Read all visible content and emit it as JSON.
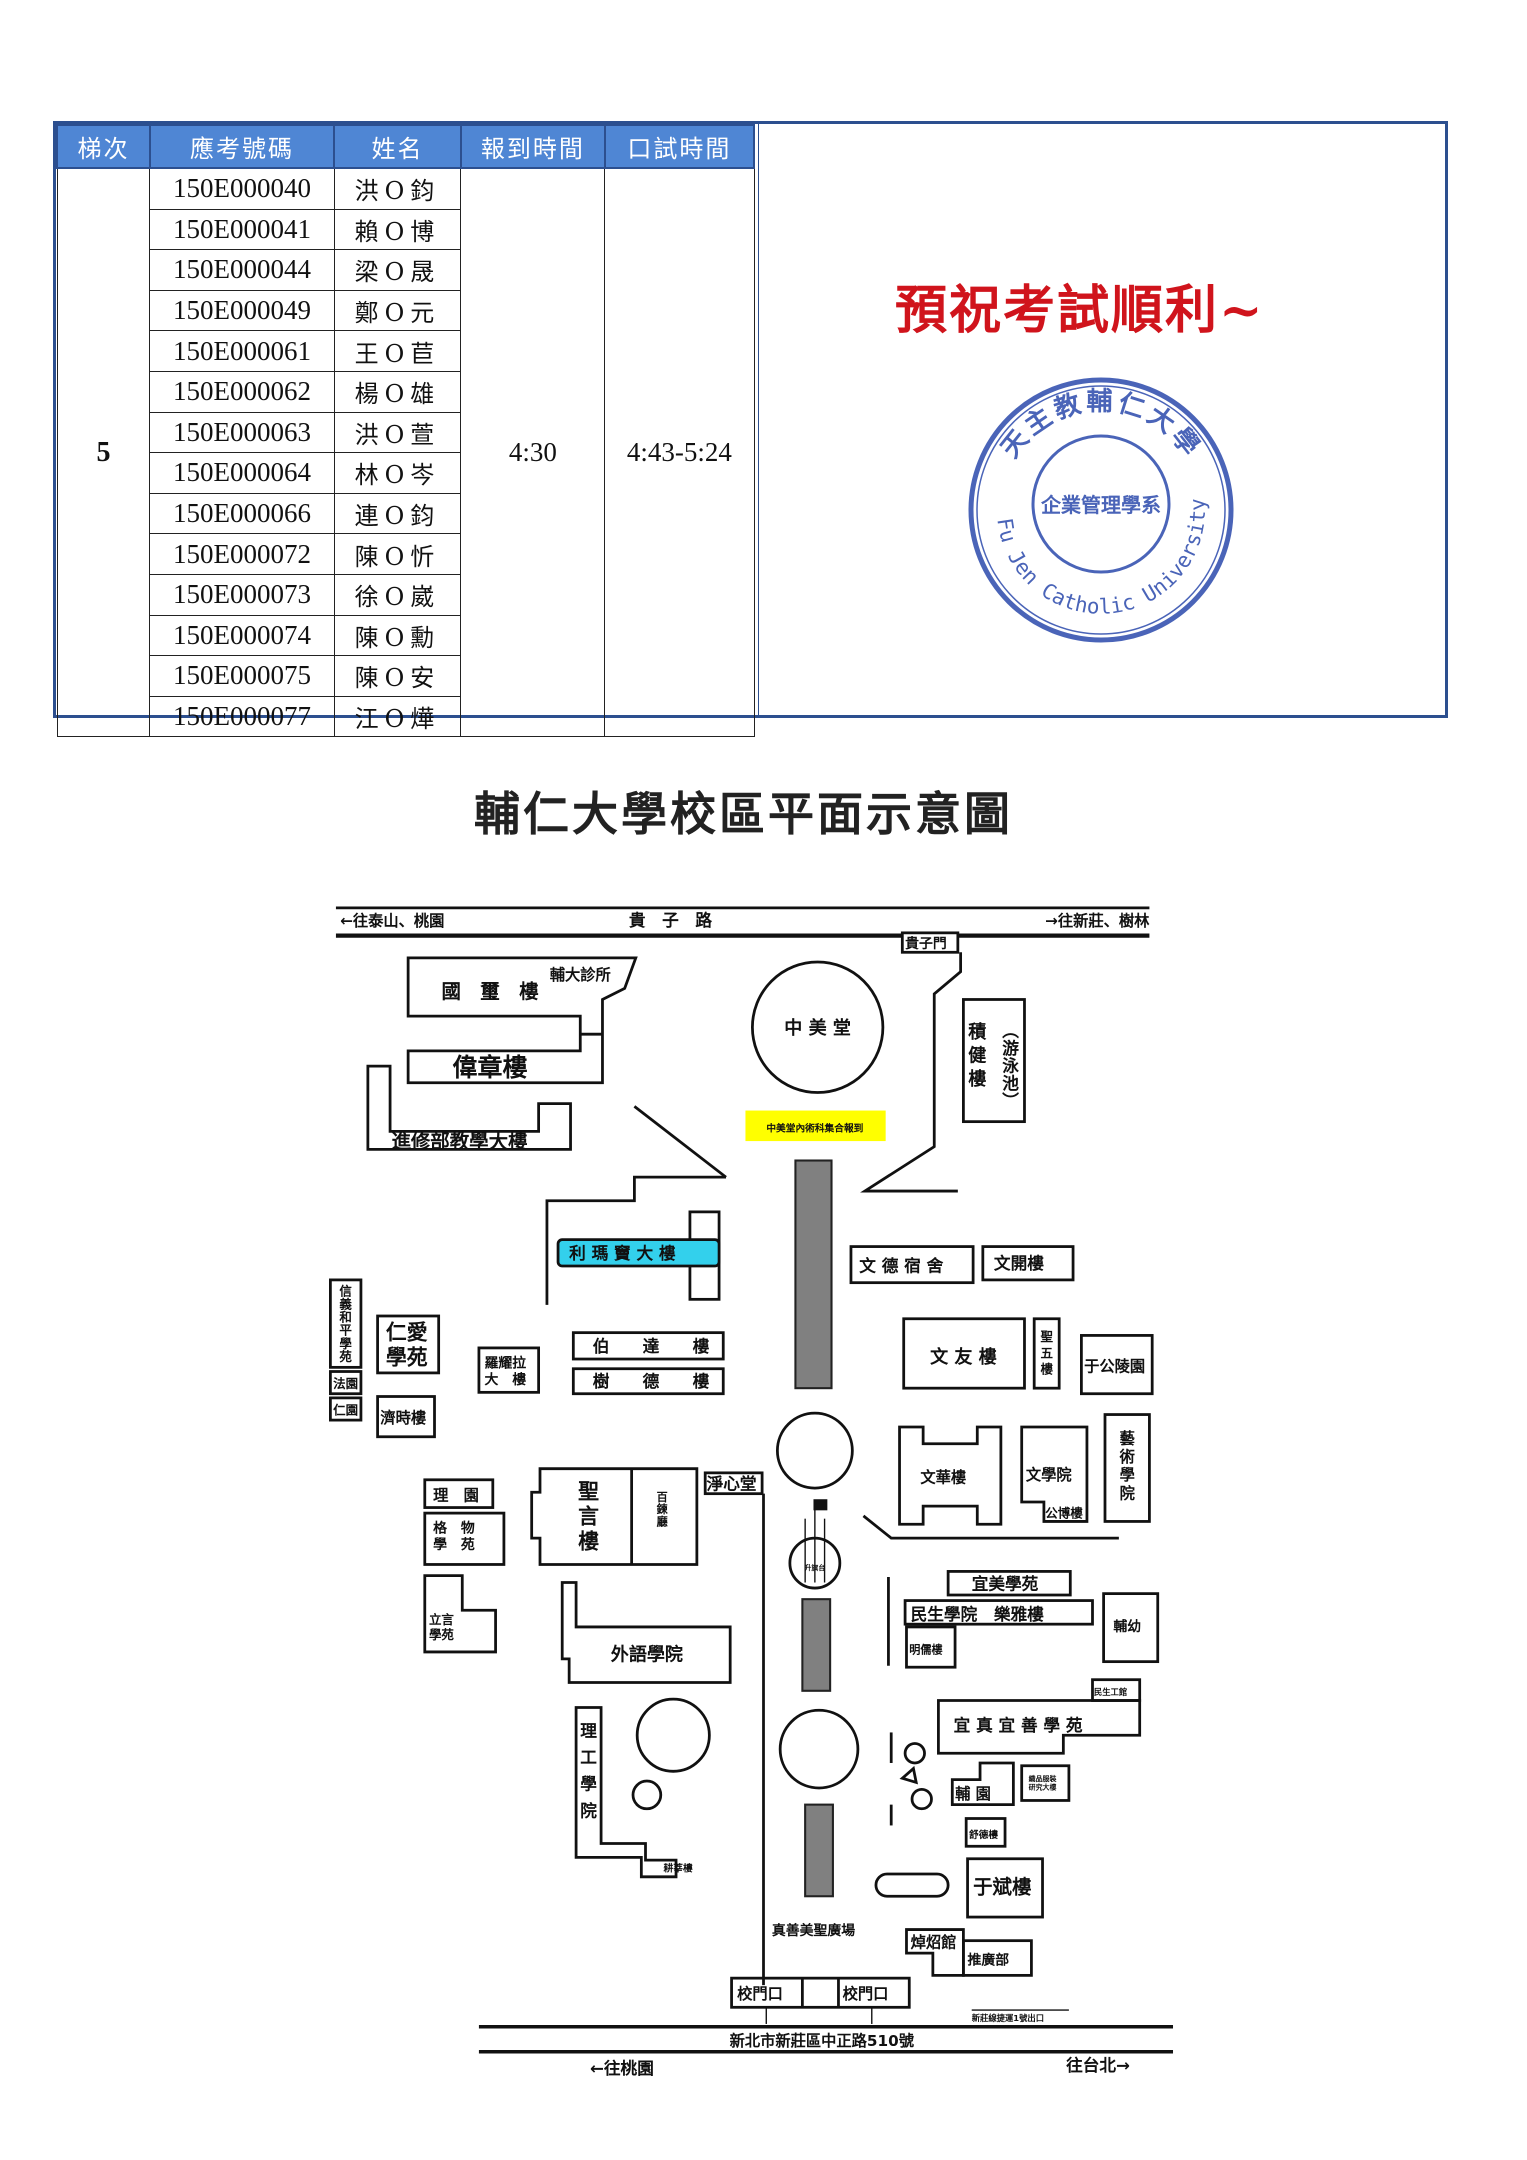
{
  "table": {
    "headers": [
      "梯次",
      "應考號碼",
      "姓名",
      "報到時間",
      "口試時間"
    ],
    "batch": "5",
    "report_time": "4:30",
    "exam_time": "4:43-5:24",
    "rows": [
      {
        "id": "150E000040",
        "name": "洪O鈞"
      },
      {
        "id": "150E000041",
        "name": "賴O博"
      },
      {
        "id": "150E000044",
        "name": "梁O晟"
      },
      {
        "id": "150E000049",
        "name": "鄭O元"
      },
      {
        "id": "150E000061",
        "name": "王O苣"
      },
      {
        "id": "150E000062",
        "name": "楊O雄"
      },
      {
        "id": "150E000063",
        "name": "洪O萱"
      },
      {
        "id": "150E000064",
        "name": "林O岑"
      },
      {
        "id": "150E000066",
        "name": "連O鈞"
      },
      {
        "id": "150E000072",
        "name": "陳O忻"
      },
      {
        "id": "150E000073",
        "name": "徐O崴"
      },
      {
        "id": "150E000074",
        "name": "陳O勳"
      },
      {
        "id": "150E000075",
        "name": "陳O安"
      },
      {
        "id": "150E000077",
        "name": "江O燁"
      }
    ]
  },
  "greeting": "預祝考試順利~",
  "seal": {
    "outer": "天主教輔仁大學",
    "inner": "企業管理學系",
    "english": "Fu Jen Catholic University",
    "color": "#3a55b0"
  },
  "map": {
    "title": "輔仁大學校區平面示意圖",
    "labels": {
      "to_taishan": "←往泰山、桃園",
      "guizi_road": "貴　子　路",
      "to_xinzhuang": "→往新莊、樹林",
      "guizi_gate": "貴子門",
      "clinic": "輔大診所",
      "guoxi": "國　璽　樓",
      "weizhang": "偉章樓",
      "jinxiu": "進修部教學大樓",
      "zhongmei": "中 美 堂",
      "assembly": "中美堂內術科集合報到",
      "jijian": "積健樓",
      "pool": "︵游泳池︶",
      "ricci": "利 瑪 竇 大 樓",
      "wende": "文 德 宿 舍",
      "wenkai": "文開樓",
      "xinyi": "信義和平學苑",
      "fayuan": "法園",
      "renyuan": "仁園",
      "renai": "仁愛學苑",
      "jishi": "濟時樓",
      "loyola": "羅耀拉大　樓",
      "boda": "伯　　達　　樓",
      "shude": "樹　　德　　樓",
      "wenyou": "文 友 樓",
      "shengwu": "聖五樓",
      "yugong": "于公陵園",
      "shengyan": "聖言樓",
      "bailian": "百鍊廳",
      "jingxin": "淨心堂",
      "liyuan": "理　園",
      "gewu": "格　物　學　苑",
      "liyan": "立言學苑",
      "waiyu": "外語學院",
      "flag": "升旗台",
      "wenhua": "文華樓",
      "wenxue": "文學院",
      "gongbo": "公博樓",
      "art": "藝術學院",
      "yimei": "宜美學苑",
      "minsheng": "民生學院　樂雅樓",
      "mingru": "明儒樓",
      "fuyou": "輔幼",
      "mingong": "民生工館",
      "yizhen": "宜 真 宜 善 學 苑",
      "ligong": "理工學院",
      "gengxin": "耕莘樓",
      "fuyuan": "輔 園",
      "textile": "織品服裝研究大樓",
      "shude2": "舒德樓",
      "yubin": "于斌樓",
      "plaza": "真善美聖廣場",
      "zhuozhao": "焯炤館",
      "extension": "推廣部",
      "gate1": "校門口",
      "gate2": "校門口",
      "mrt": "新莊線捷運1號出口",
      "address": "新北市新莊區中正路510號",
      "to_taoyuan": "←往桃園",
      "to_taipei": "往台北→"
    }
  }
}
